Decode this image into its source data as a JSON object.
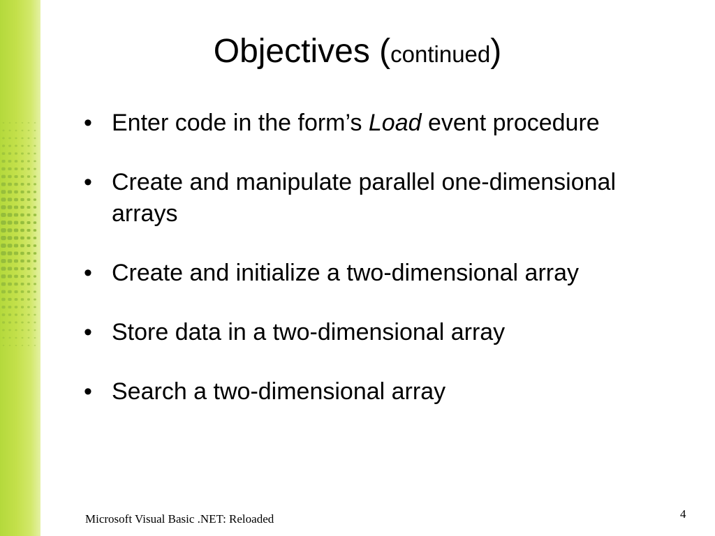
{
  "slide": {
    "title": {
      "main": "Objectives (",
      "small": "continued",
      "close": ")"
    },
    "bullets": [
      {
        "before": "Enter code in the form’s ",
        "italic": "Load",
        "after": " event procedure"
      },
      {
        "text": "Create and manipulate parallel one-dimensional arrays"
      },
      {
        "text": "Create and initialize a two-dimensional array"
      },
      {
        "text": "Store data in a two-dimensional array"
      },
      {
        "text": "Search a two-dimensional array"
      }
    ],
    "bullet_symbol": "•",
    "footer": "Microsoft Visual Basic .NET: Reloaded",
    "page_number": "4"
  },
  "colors": {
    "band_green": "#c3e04a",
    "dot_green": "#8fb83a"
  }
}
